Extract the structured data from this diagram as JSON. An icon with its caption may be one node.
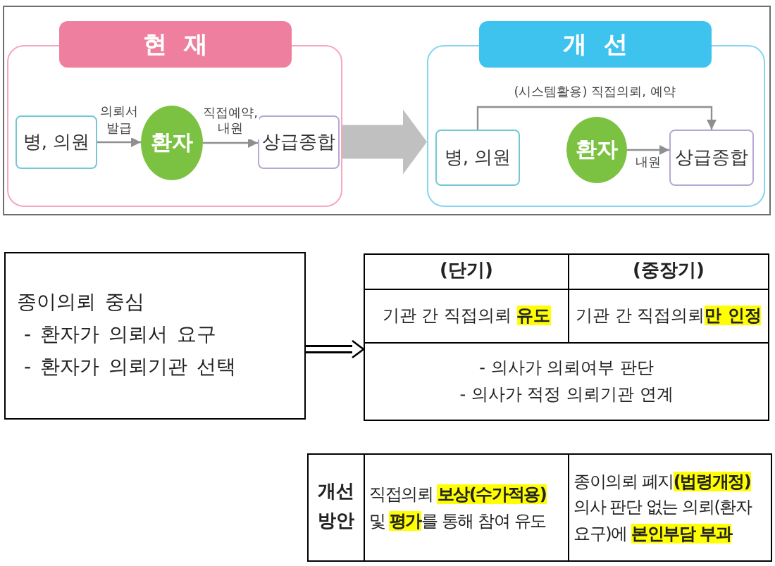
{
  "diagram": {
    "nodes": [
      {
        "text": [
          "현 재"
        ]
      },
      {
        "text": [
          "병, 의원"
        ],
        "in": 0
      },
      {
        "text": [
          "환자"
        ],
        "in": 0
      },
      {
        "text": [
          "상급종합"
        ],
        "in": 0
      },
      {
        "text": [
          "개 선"
        ]
      },
      {
        "text": [
          "병, 의원"
        ],
        "in": 4
      },
      {
        "text": [
          "환자"
        ],
        "in": 4
      },
      {
        "text": [
          "상급종합"
        ],
        "in": 4
      },
      {
        "text": [
          "종이의뢰 중심",
          "- 환자가 의뢰서 요구",
          "- 환자가 의뢰기관 선택"
        ]
      },
      {
        "text": [
          "(단기)",
          "(중장기)",
          "기관 간 직접의뢰 **유도**",
          "기관 간 직접의뢰**만 인정**",
          "- 의사가 의뢰여부 판단",
          "- 의사가 적정 의뢰기관 연계"
        ]
      },
      {
        "text": [
          "개선 방안",
          "직접의뢰 **보상(수가적용)** 및 **평가**를 통해 참여 유도",
          "종이의뢰 폐지**(법령개정)** 의사 판단 없는 의뢰(환자 요구)에 **본인부담 부과**"
        ]
      }
    ],
    "edges": [
      {
        "from": 1,
        "to": 2,
        "arrow": "to",
        "label": "의뢰서 발급"
      },
      {
        "from": 2,
        "to": 3,
        "arrow": "to",
        "label": "직접예약, 내원"
      },
      {
        "from": 5,
        "to": 7,
        "arrow": "to",
        "label": "(시스템활용) 직접의뢰, 예약"
      },
      {
        "from": 6,
        "to": 7,
        "arrow": "to",
        "label": "내원"
      },
      {
        "from": 0,
        "to": 4,
        "arrow": "to",
        "style": "thick",
        "color": "#c0c0c0"
      },
      {
        "from": 8,
        "to": 9,
        "arrow": "to",
        "color": "#000000"
      }
    ]
  }
}
